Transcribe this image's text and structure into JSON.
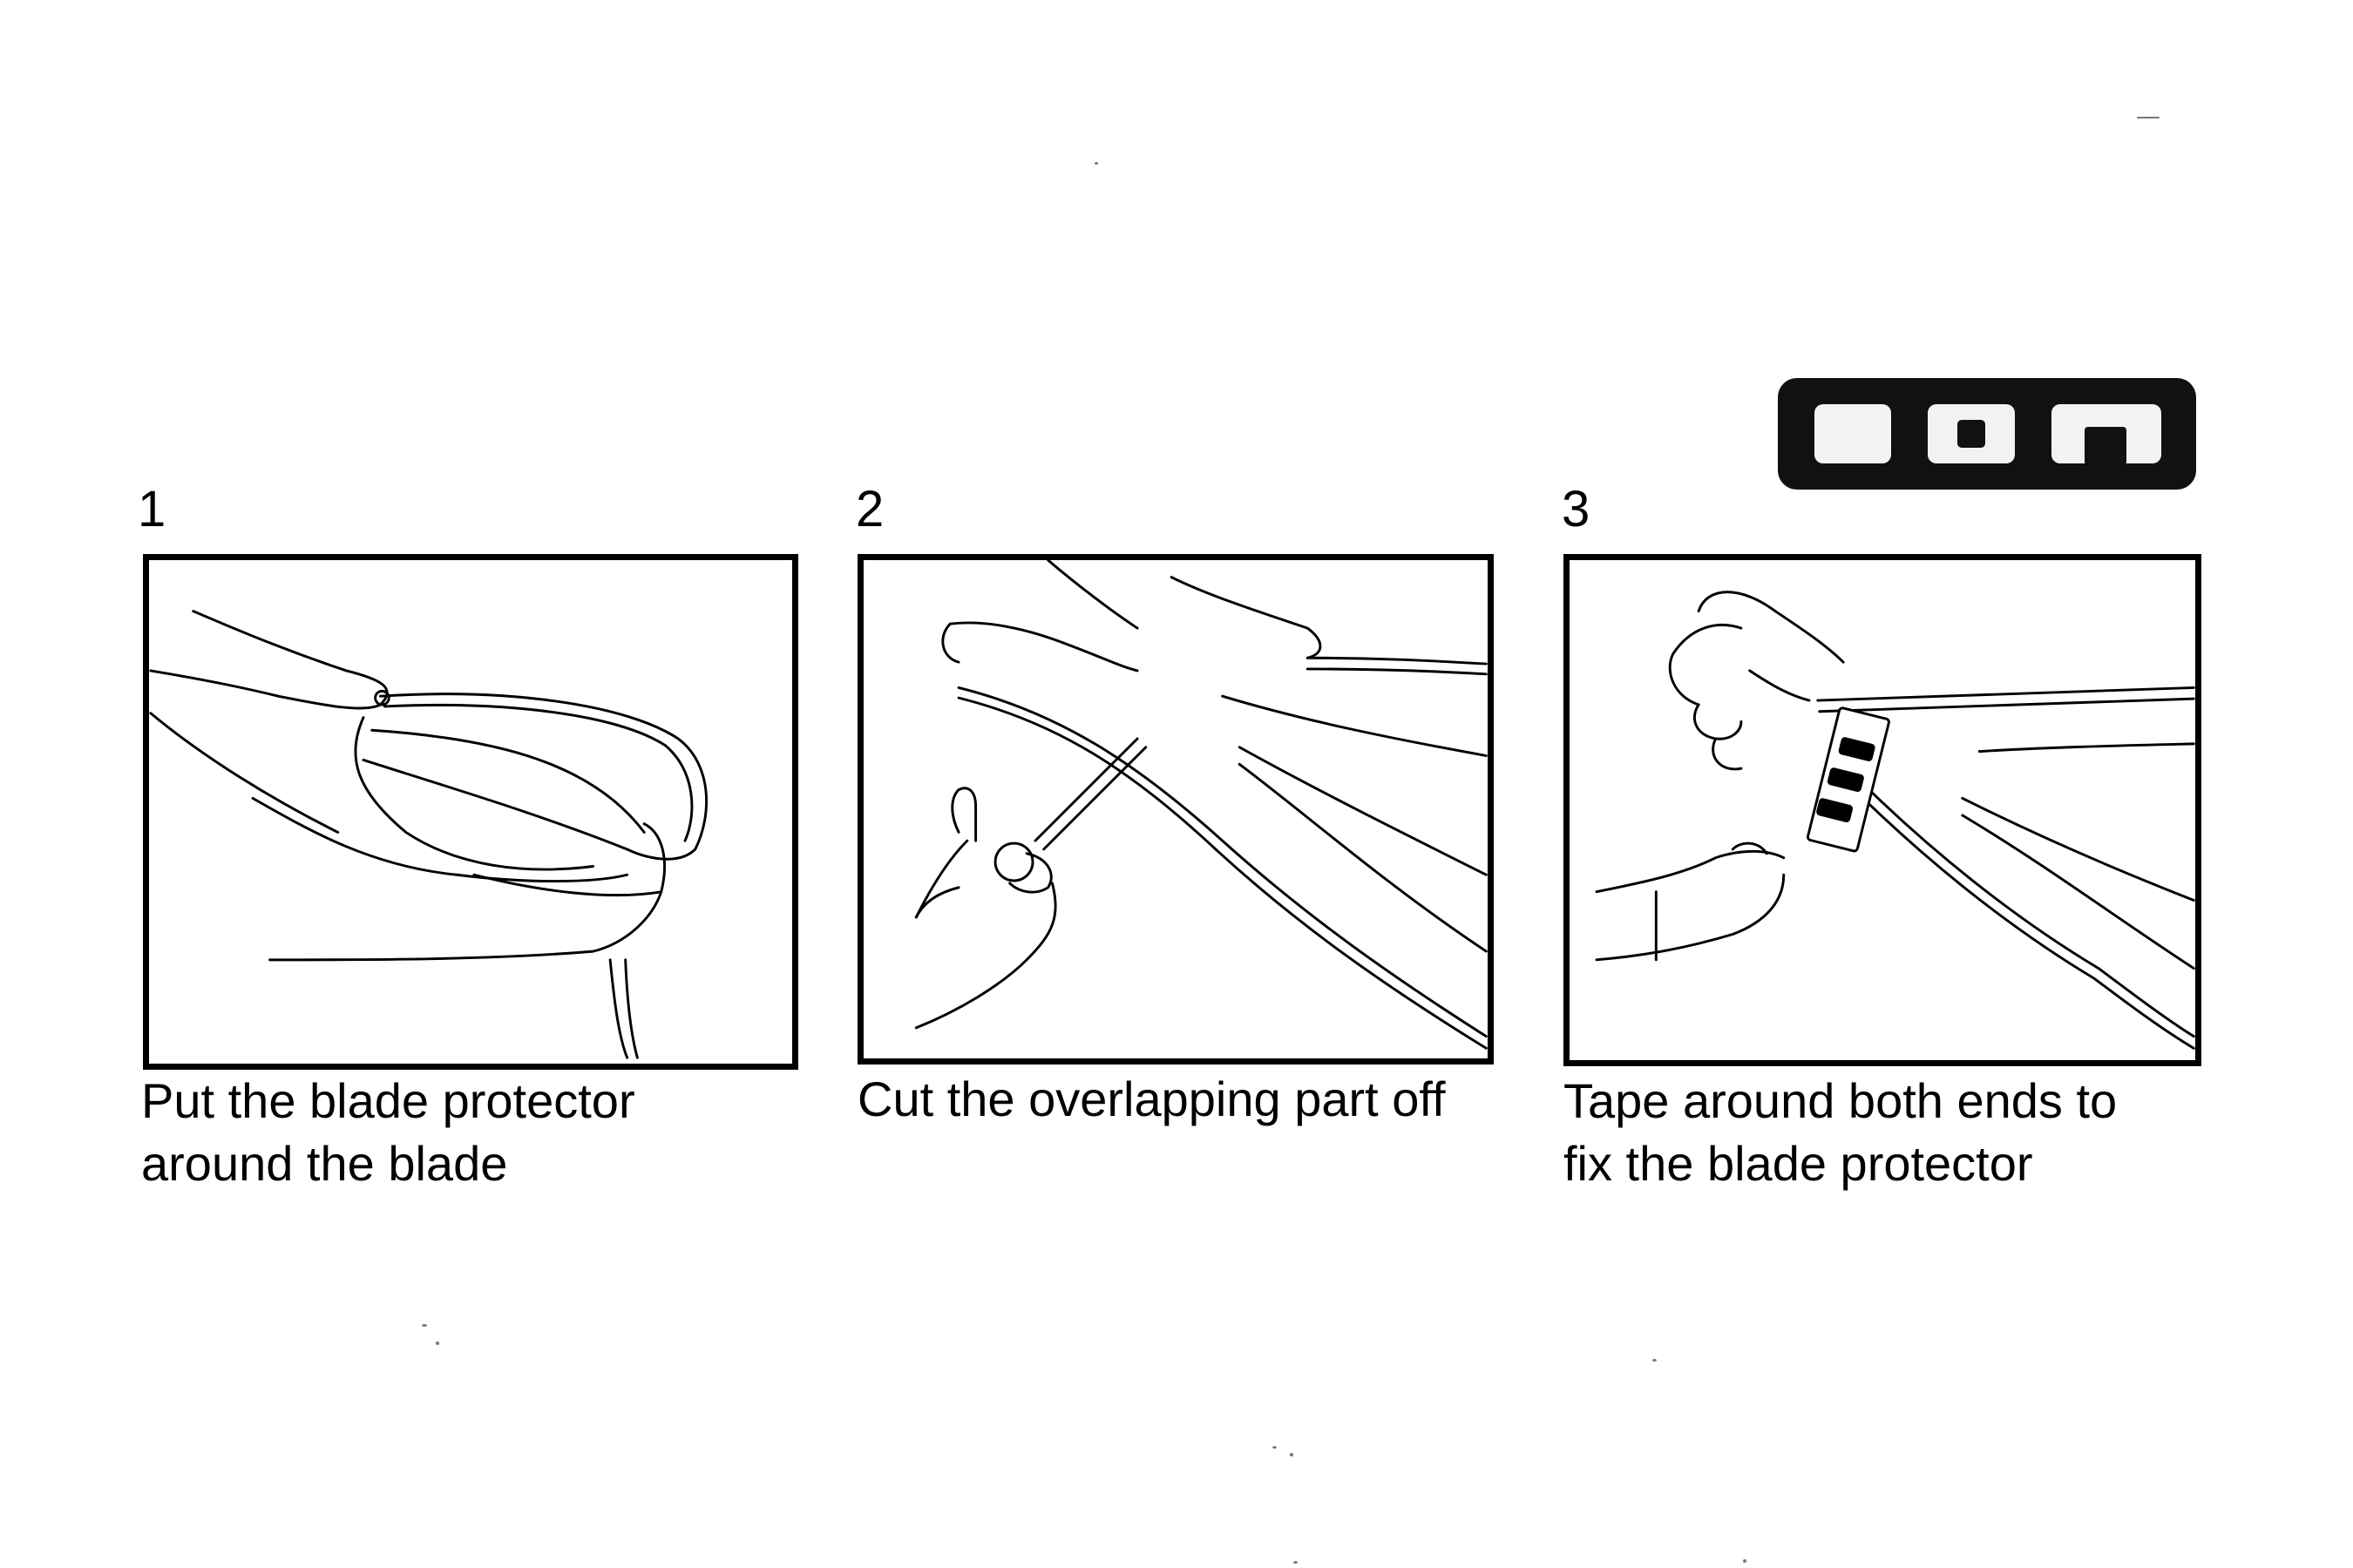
{
  "logo": {
    "text": "ion",
    "icon": "ion-brand-logo",
    "background": "#111111",
    "foreground": "#f2f2f2"
  },
  "steps": [
    {
      "number": "1",
      "caption": "Put the blade protector\naround the blade",
      "illustration": "hands-fitting-blade-protector-icon"
    },
    {
      "number": "2",
      "caption": "Cut the overlapping part off",
      "illustration": "scissors-cutting-protector-icon"
    },
    {
      "number": "3",
      "caption": "Tape around both ends to\nfix the blade protector",
      "illustration": "hands-taping-protector-icon"
    }
  ]
}
